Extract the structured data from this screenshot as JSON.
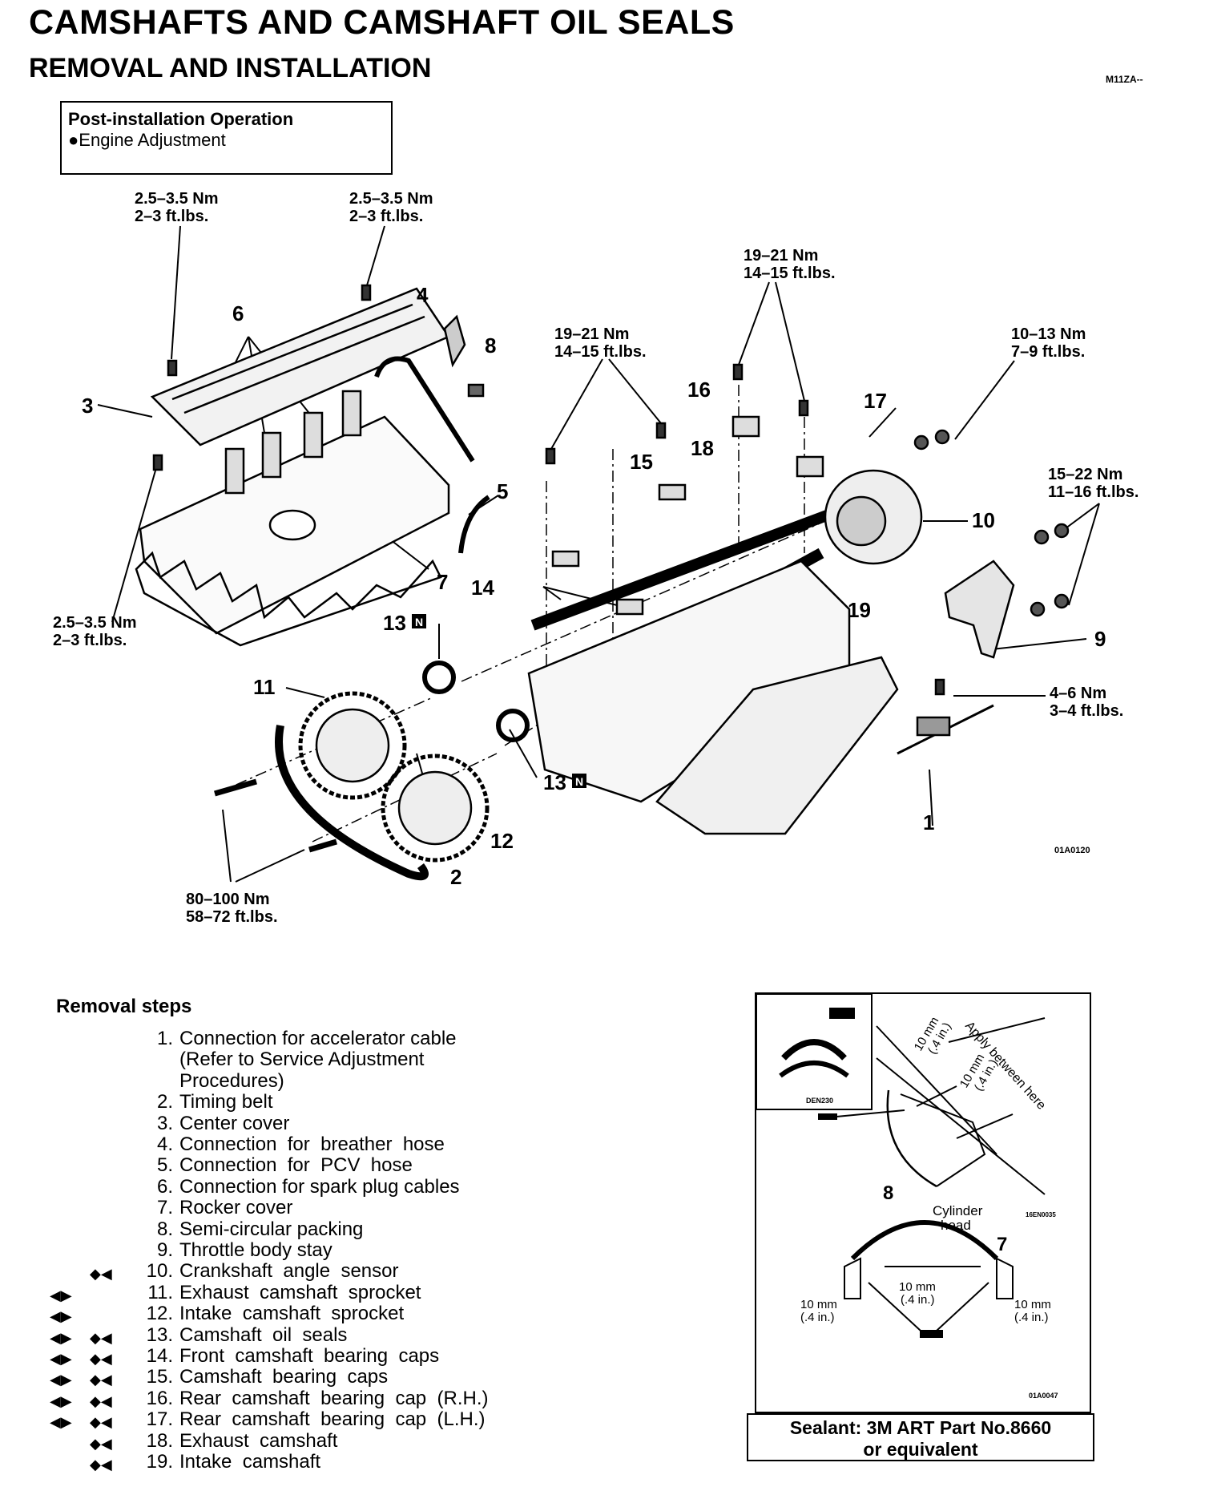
{
  "header": {
    "title": "CAMSHAFTS AND CAMSHAFT OIL SEALS",
    "subtitle": "REMOVAL AND INSTALLATION",
    "code": "M11ZA--"
  },
  "post_op": {
    "heading": "Post-installation Operation",
    "item": "●Engine Adjustment"
  },
  "torques": [
    {
      "nm": "2.5–3.5 Nm",
      "ft": "2–3 ft.lbs."
    },
    {
      "nm": "2.5–3.5 Nm",
      "ft": "2–3 ft.lbs."
    },
    {
      "nm": "19–21 Nm",
      "ft": "14–15 ft.lbs."
    },
    {
      "nm": "19–21 Nm",
      "ft": "14–15 ft.lbs."
    },
    {
      "nm": "10–13 Nm",
      "ft": "7–9 ft.lbs."
    },
    {
      "nm": "15–22 Nm",
      "ft": "11–16 ft.lbs."
    },
    {
      "nm": "2.5–3.5 Nm",
      "ft": "2–3 ft.lbs."
    },
    {
      "nm": "4–6 Nm",
      "ft": "3–4 ft.lbs."
    },
    {
      "nm": "80–100 Nm",
      "ft": "58–72 ft.lbs."
    }
  ],
  "callouts": {
    "c1": "1",
    "c2": "2",
    "c3": "3",
    "c4": "4",
    "c5": "5",
    "c6": "6",
    "c7": "7",
    "c8": "8",
    "c9": "9",
    "c10": "10",
    "c11": "11",
    "c12": "12",
    "c13a": "13",
    "c13b": "13",
    "c14": "14",
    "c15": "15",
    "c16": "16",
    "c17": "17",
    "c18": "18",
    "c19": "19"
  },
  "figure_code": "01A0120",
  "removal": {
    "heading": "Removal steps",
    "steps": [
      {
        "n": "1.",
        "text": "Connection for accelerator cable"
      },
      {
        "n": "",
        "text": "(Refer to Service Adjustment"
      },
      {
        "n": "",
        "text": "Procedures)"
      },
      {
        "n": "2.",
        "text": "Timing belt"
      },
      {
        "n": "3.",
        "text": "Center cover"
      },
      {
        "n": "4.",
        "text": "Connection  for  breather  hose"
      },
      {
        "n": "5.",
        "text": "Connection  for  PCV  hose"
      },
      {
        "n": "6.",
        "text": "Connection for spark plug cables"
      },
      {
        "n": "7.",
        "text": "Rocker cover"
      },
      {
        "n": "8.",
        "text": "Semi-circular packing"
      },
      {
        "n": "9.",
        "text": "Throttle body stay"
      },
      {
        "n": "10.",
        "text": "Crankshaft  angle  sensor"
      },
      {
        "n": "11.",
        "text": "Exhaust  camshaft  sprocket"
      },
      {
        "n": "12.",
        "text": "Intake  camshaft  sprocket"
      },
      {
        "n": "13.",
        "text": "Camshaft  oil  seals"
      },
      {
        "n": "14.",
        "text": "Front  camshaft  bearing  caps"
      },
      {
        "n": "15.",
        "text": "Camshaft  bearing  caps"
      },
      {
        "n": "16.",
        "text": "Rear  camshaft  bearing  cap  (R.H.)"
      },
      {
        "n": "17.",
        "text": "Rear  camshaft  bearing  cap  (L.H.)"
      },
      {
        "n": "18.",
        "text": "Exhaust  camshaft"
      },
      {
        "n": "19.",
        "text": "Intake  camshaft"
      }
    ],
    "markers": [
      {
        "row": 11,
        "left": "",
        "right": "◆◀"
      },
      {
        "row": 12,
        "left": "◀▶",
        "right": ""
      },
      {
        "row": 13,
        "left": "◀▶",
        "right": ""
      },
      {
        "row": 14,
        "left": "◀▶",
        "right": "◆◀"
      },
      {
        "row": 15,
        "left": "◀▶",
        "right": "◆◀"
      },
      {
        "row": 16,
        "left": "◀▶",
        "right": "◆◀"
      },
      {
        "row": 17,
        "left": "◀▶",
        "right": "◆◀"
      },
      {
        "row": 18,
        "left": "◀▶",
        "right": "◆◀"
      },
      {
        "row": 19,
        "left": "",
        "right": "◆◀"
      },
      {
        "row": 20,
        "left": "",
        "right": "◆◀"
      }
    ]
  },
  "sealant_figure": {
    "den": "DEN230",
    "apply1": "Apply  between  here",
    "dim_a": "10 mm",
    "dim_a_in": "(.4 in.)",
    "dim_b": "10 mm",
    "dim_b_in": "(.4 in.)",
    "part8": "8",
    "cyl1": "Cylinder",
    "cyl2": "head",
    "part7": "7",
    "dim_c": "10  mm",
    "dim_c_in": "(.4 in.)",
    "dim_l": "10 mm",
    "dim_l_in": "(.4 in.)",
    "dim_r": "10 mm",
    "dim_r_in": "(.4 in.)",
    "code1": "16EN0035",
    "code2": "01A0047"
  },
  "sealant": {
    "line1": "Sealant:  3M  ART  Part  No.8660",
    "line2": "or  equivalent"
  }
}
